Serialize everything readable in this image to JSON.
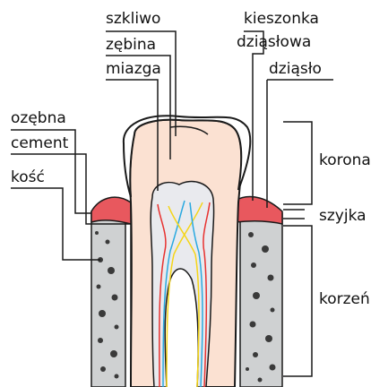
{
  "labels": {
    "enamel": "szkliwo",
    "dentin": "zębina",
    "pulp": "miazga",
    "periodontium": "ozębna",
    "cementum": "cement",
    "bone": "kość",
    "gingival_pocket_line1": "kieszonka",
    "gingival_pocket_line2": "dziąsłowa",
    "gum": "dziąsło",
    "crown": "korona",
    "neck": "szyjka",
    "root": "korzeń"
  },
  "colors": {
    "enamel": "#ffffff",
    "dentin": "#fbe1d2",
    "pulp": "#e9eaee",
    "bone": "#cfd1d2",
    "gum": "#e8585e",
    "nerve": "#2aa9e0",
    "artery": "#e8312f",
    "vein": "#f5d516",
    "outline": "#1a1a1a"
  }
}
